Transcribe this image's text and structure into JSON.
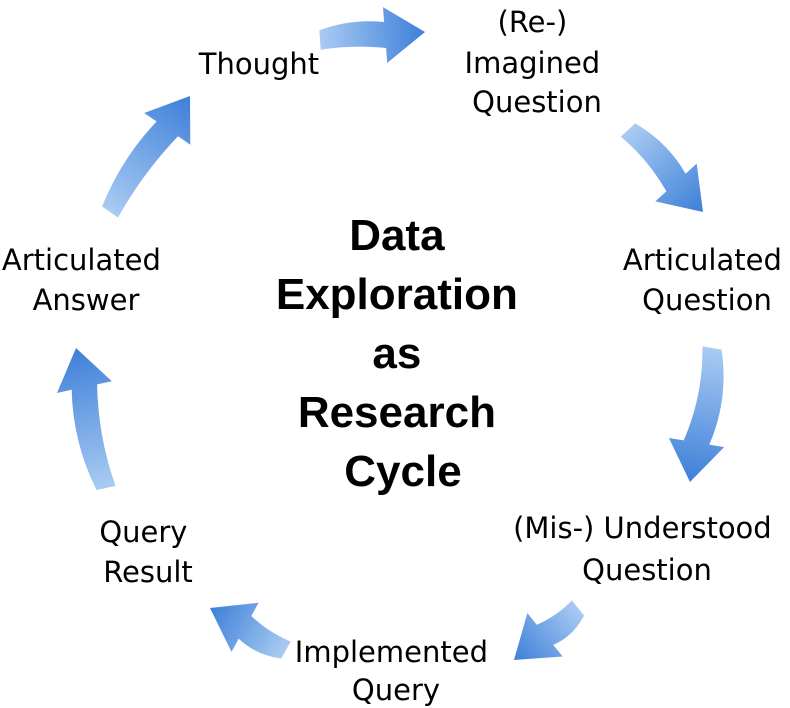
{
  "diagram": {
    "type": "cycle",
    "center_title": [
      "Data",
      "Exploration",
      "as",
      "Research",
      "Cycle"
    ],
    "nodes": [
      {
        "id": "thought",
        "lines": [
          "Thought"
        ]
      },
      {
        "id": "reimagined-question",
        "lines": [
          "(Re-)",
          "Imagined",
          "Question"
        ]
      },
      {
        "id": "articulated-question",
        "lines": [
          "Articulated",
          "Question"
        ]
      },
      {
        "id": "misunderstood-question",
        "lines": [
          "(Mis-) Understood",
          "Question"
        ]
      },
      {
        "id": "implemented-query",
        "lines": [
          "Implemented",
          "Query"
        ]
      },
      {
        "id": "query-result",
        "lines": [
          "Query",
          "Result"
        ]
      },
      {
        "id": "articulated-answer",
        "lines": [
          "Articulated",
          "Answer"
        ]
      }
    ],
    "edges": [
      [
        "thought",
        "reimagined-question"
      ],
      [
        "reimagined-question",
        "articulated-question"
      ],
      [
        "articulated-question",
        "misunderstood-question"
      ],
      [
        "misunderstood-question",
        "implemented-query"
      ],
      [
        "implemented-query",
        "query-result"
      ],
      [
        "query-result",
        "articulated-answer"
      ],
      [
        "articulated-answer",
        "thought"
      ]
    ],
    "colors": {
      "arrow_light": "#a9cbf3",
      "arrow_dark": "#3e7fd8",
      "text": "#000000"
    }
  }
}
